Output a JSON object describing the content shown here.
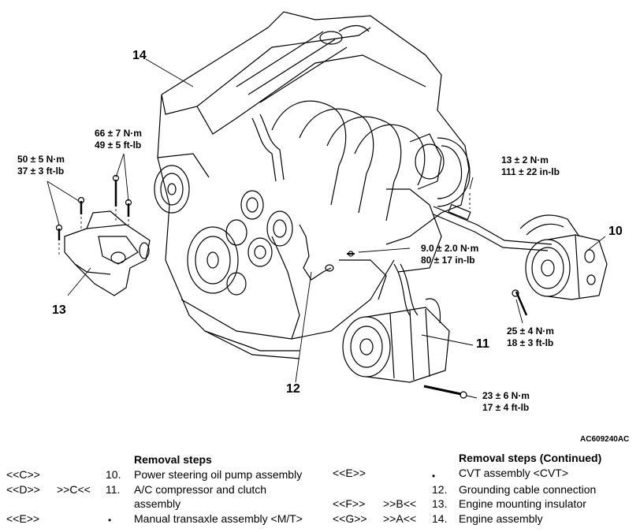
{
  "diagram": {
    "figure_id": "AC609240AC",
    "part_labels": {
      "p14": "14",
      "p10": "10",
      "p13": "13",
      "p11": "11",
      "p12": "12"
    },
    "torques": {
      "t1": {
        "line1": "66 ± 7 N·m",
        "line2": "49 ± 5 ft-lb"
      },
      "t2": {
        "line1": "50 ± 5 N·m",
        "line2": "37 ± 3 ft-lb"
      },
      "t3": {
        "line1": "13 ± 2 N·m",
        "line2": "111 ± 22 in-lb"
      },
      "t4": {
        "line1": "9.0 ± 2.0 N·m",
        "line2": "80 ± 17 in-lb"
      },
      "t5": {
        "line1": "25 ± 4 N·m",
        "line2": "18 ± 3 ft-lb"
      },
      "t6": {
        "line1": "23 ± 6 N·m",
        "line2": "17 ± 4 ft-lb"
      }
    }
  },
  "steps_left": {
    "header": "Removal steps",
    "rows": [
      {
        "ref1": "<<C>>",
        "ref2": "",
        "num": "10.",
        "text": "Power steering oil pump assembly"
      },
      {
        "ref1": "<<D>>",
        "ref2": ">>C<<",
        "num": "11.",
        "text": "A/C compressor and clutch"
      },
      {
        "ref1": "",
        "ref2": "",
        "num": "",
        "text": "assembly"
      },
      {
        "ref1": "<<E>>",
        "ref2": "",
        "num": "•",
        "text": "Manual transaxle assembly <M/T>"
      }
    ]
  },
  "steps_right": {
    "header": "Removal steps (Continued)",
    "rows": [
      {
        "ref1": "<<E>>",
        "ref2": "",
        "num": "•",
        "text": "CVT assembly <CVT>"
      },
      {
        "ref1": "",
        "ref2": "",
        "num": "12.",
        "text": "Grounding cable connection"
      },
      {
        "ref1": "<<F>>",
        "ref2": ">>B<<",
        "num": "13.",
        "text": "Engine mounting insulator"
      },
      {
        "ref1": "<<G>>",
        "ref2": ">>A<<",
        "num": "14.",
        "text": "Engine assembly"
      }
    ]
  }
}
